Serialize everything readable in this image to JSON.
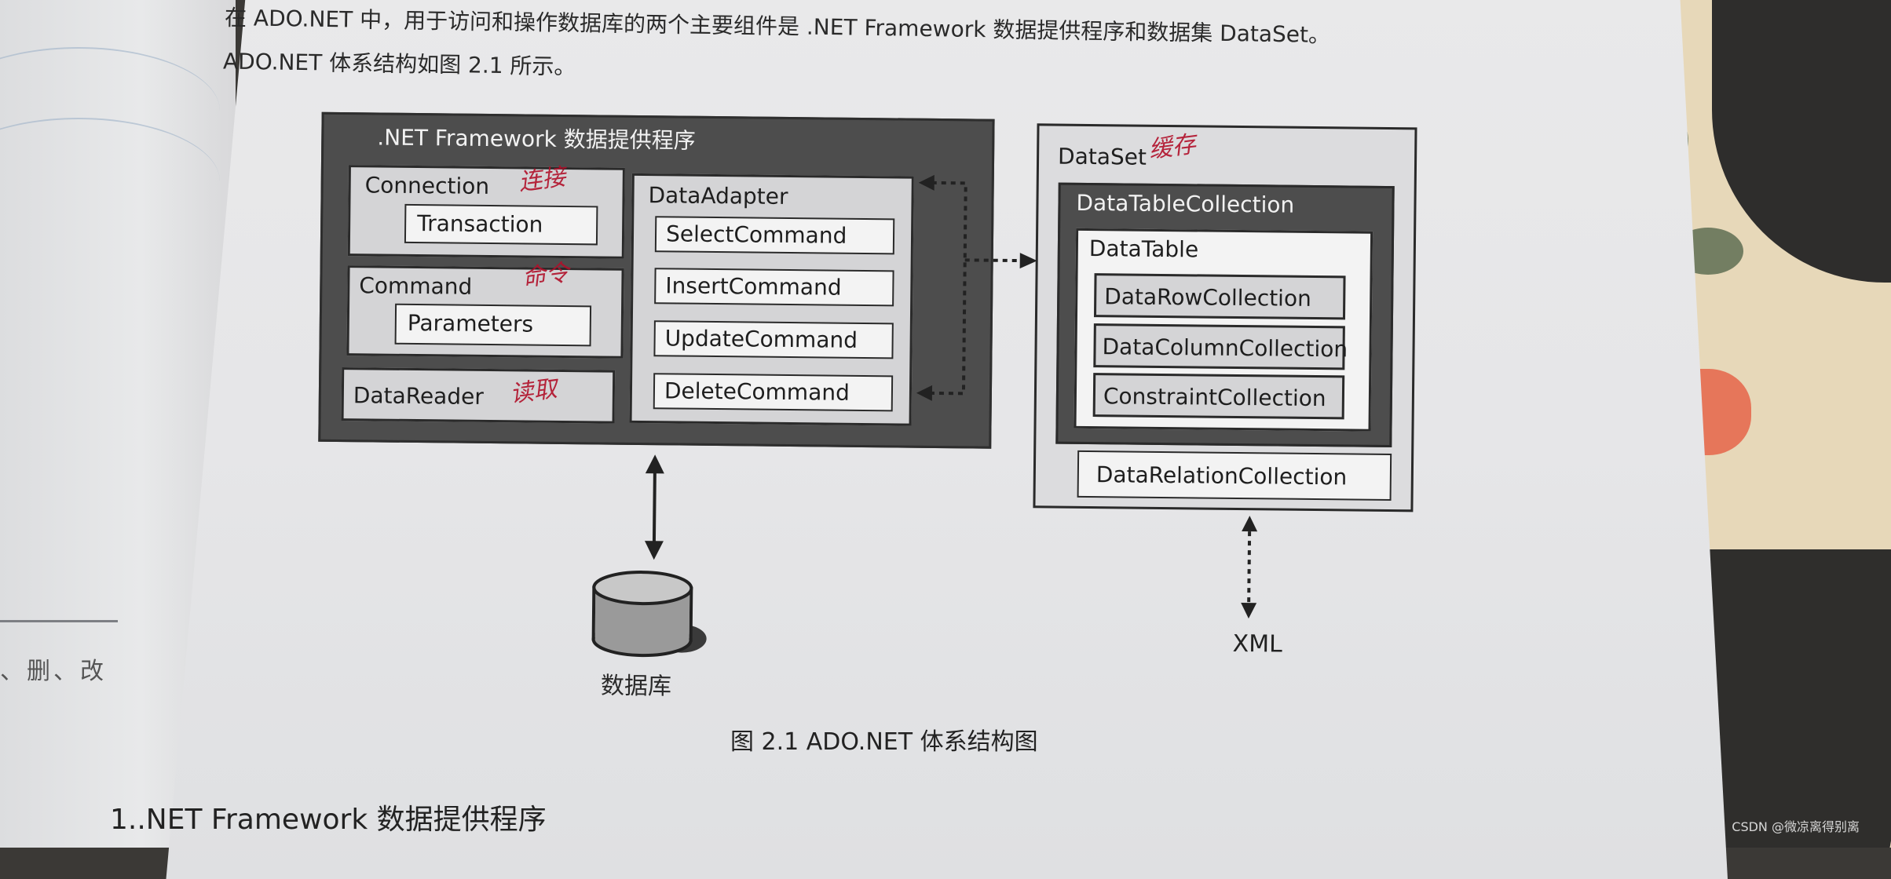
{
  "page": {
    "intro_line1": "在 ADO.NET 中，用于访问和操作数据库的两个主要组件是 .NET Framework 数据提供程序和数据集 DataSet。",
    "intro_line2": "ADO.NET 体系结构如图 2.1 所示。",
    "caption": "图 2.1    ADO.NET 体系结构图",
    "section_heading": "1..NET Framework 数据提供程序",
    "left_page_fragment": "、删、改"
  },
  "diagram": {
    "provider": {
      "title": ".NET Framework 数据提供程序",
      "connection": "Connection",
      "transaction": "Transaction",
      "command": "Command",
      "parameters": "Parameters",
      "datareader": "DataReader",
      "dataadapter": "DataAdapter",
      "select": "SelectCommand",
      "insert": "InsertCommand",
      "update": "UpdateCommand",
      "delete": "DeleteCommand"
    },
    "dataset": {
      "title": "DataSet",
      "table_collection": "DataTableCollection",
      "table": "DataTable",
      "row_collection": "DataRowCollection",
      "column_collection": "DataColumnCollection",
      "constraint_collection": "ConstraintCollection",
      "relation_collection": "DataRelationCollection"
    },
    "database_label": "数据库",
    "xml_label": "XML"
  },
  "annotations": {
    "connection_note": "连接",
    "command_note": "命令",
    "reader_note": "读取",
    "dataset_note": "缓存"
  },
  "watermark": "CSDN @微凉离得别离",
  "colors": {
    "page": "#e6e6e8",
    "dark_box": "#4d4d4d",
    "light_box": "#d4d4d6",
    "annotation_red": "#b1102a",
    "cloth": "#e7d8b9",
    "cloth_leaf": "#5e6f52",
    "cloth_flower": "#e6765a"
  }
}
